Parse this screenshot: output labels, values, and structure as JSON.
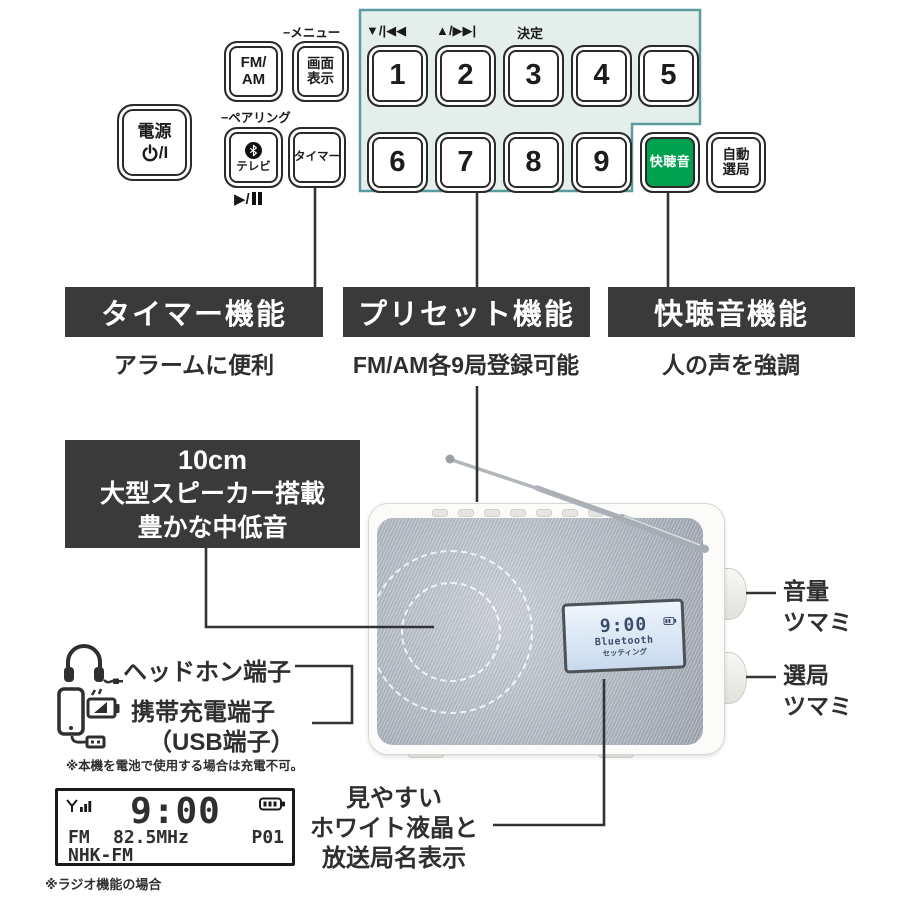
{
  "colors": {
    "accent_green": "#00a14e",
    "keypad_panel_bg": "#e4efec",
    "keypad_panel_border": "#5a9b9b",
    "feature_header_bg": "#3a3a3a",
    "line_color": "#333333",
    "lcd_screen": "#d6e5f5"
  },
  "controls": {
    "power": {
      "label": "電源",
      "symbol": "/I"
    },
    "fm_am": {
      "line1": "FM/",
      "line2": "AM"
    },
    "display": {
      "above": "−メニュー",
      "line1": "画面",
      "line2": "表示"
    },
    "bluetooth": {
      "above": "−ペアリング",
      "label": "テレビ"
    },
    "play_pause": {
      "prefix": "▶/"
    },
    "timer": {
      "label": "タイマー"
    },
    "keypad_labels": {
      "down": "▼/|◀◀",
      "up": "▲/▶▶|",
      "enter": "決定"
    },
    "numbers": [
      "1",
      "2",
      "3",
      "4",
      "5",
      "6",
      "7",
      "8",
      "9"
    ],
    "kaichoon": {
      "label": "快聴音"
    },
    "auto_tune": {
      "line1": "自動",
      "line2": "選局"
    }
  },
  "features": [
    {
      "title": "タイマー機能",
      "subtitle": "アラームに便利"
    },
    {
      "title": "プリセット機能",
      "subtitle": "FM/AM各9局登録可能"
    },
    {
      "title": "快聴音機能",
      "subtitle": "人の声を強調"
    }
  ],
  "speaker_feature": {
    "line1": "10cm",
    "line2": "大型スピーカー搭載",
    "line3": "豊かな中低音"
  },
  "radio": {
    "lcd": {
      "time": "9:00",
      "line1": "Bluetooth",
      "line2": "セッティング"
    }
  },
  "side_labels": {
    "volume_line1": "音量",
    "volume_line2": "ツマミ",
    "tuning_line1": "選局",
    "tuning_line2": "ツマミ"
  },
  "jacks": {
    "headphone": "ヘッドホン端子",
    "usb_line1": "携帯充電端子",
    "usb_line2": "（USB端子）",
    "note": "※本機を電池で使用する場合は充電不可。"
  },
  "display_panel": {
    "time": "9:00",
    "band": "FM",
    "freq": "82.5MHz",
    "preset": "P01",
    "station": "NHK-FM",
    "note": "※ラジオ機能の場合"
  },
  "lcd_feature": {
    "line1": "見やすい",
    "line2": "ホワイト液晶と",
    "line3": "放送局名表示"
  }
}
